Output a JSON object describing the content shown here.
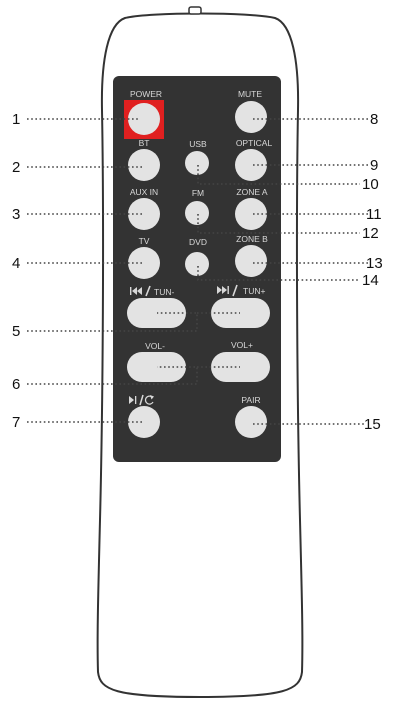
{
  "colors": {
    "remote_body_fill": "#ffffff",
    "remote_outline": "#333333",
    "keypad_panel": "#333333",
    "button_fill": "#e3e3e3",
    "button_label": "#d8d8d8",
    "power_highlight": "#e02020",
    "leader_line": "#444444"
  },
  "buttons": {
    "power": {
      "label": "POWER",
      "shape": "round"
    },
    "mute": {
      "label": "MUTE",
      "shape": "round"
    },
    "bt": {
      "label": "BT",
      "shape": "round"
    },
    "usb": {
      "label": "USB",
      "shape": "small-round"
    },
    "optical": {
      "label": "OPTICAL",
      "shape": "round"
    },
    "aux_in": {
      "label": "AUX IN",
      "shape": "round"
    },
    "fm": {
      "label": "FM",
      "shape": "small-round"
    },
    "zone_a": {
      "label": "ZONE A",
      "shape": "round"
    },
    "tv": {
      "label": "TV",
      "shape": "round"
    },
    "dvd": {
      "label": "DVD",
      "shape": "small-round"
    },
    "zone_b": {
      "label": "ZONE B",
      "shape": "round"
    },
    "tun_minus": {
      "label": "TUN-",
      "icon": "skip-back-icon",
      "shape": "pill"
    },
    "tun_plus": {
      "label": "TUN+",
      "icon": "skip-forward-icon",
      "shape": "pill"
    },
    "vol_minus": {
      "label": "VOL-",
      "shape": "pill"
    },
    "vol_plus": {
      "label": "VOL+",
      "shape": "pill"
    },
    "play_pause_repeat": {
      "label": "",
      "icon": "play-pause-repeat-icon",
      "shape": "round"
    },
    "pair": {
      "label": "PAIR",
      "shape": "round"
    }
  },
  "callouts": {
    "c1": "1",
    "c2": "2",
    "c3": "3",
    "c4": "4",
    "c5": "5",
    "c6": "6",
    "c7": "7",
    "c8": "8",
    "c9": "9",
    "c10": "10",
    "c11": "11",
    "c12": "12",
    "c13": "13",
    "c14": "14",
    "c15": "15"
  }
}
